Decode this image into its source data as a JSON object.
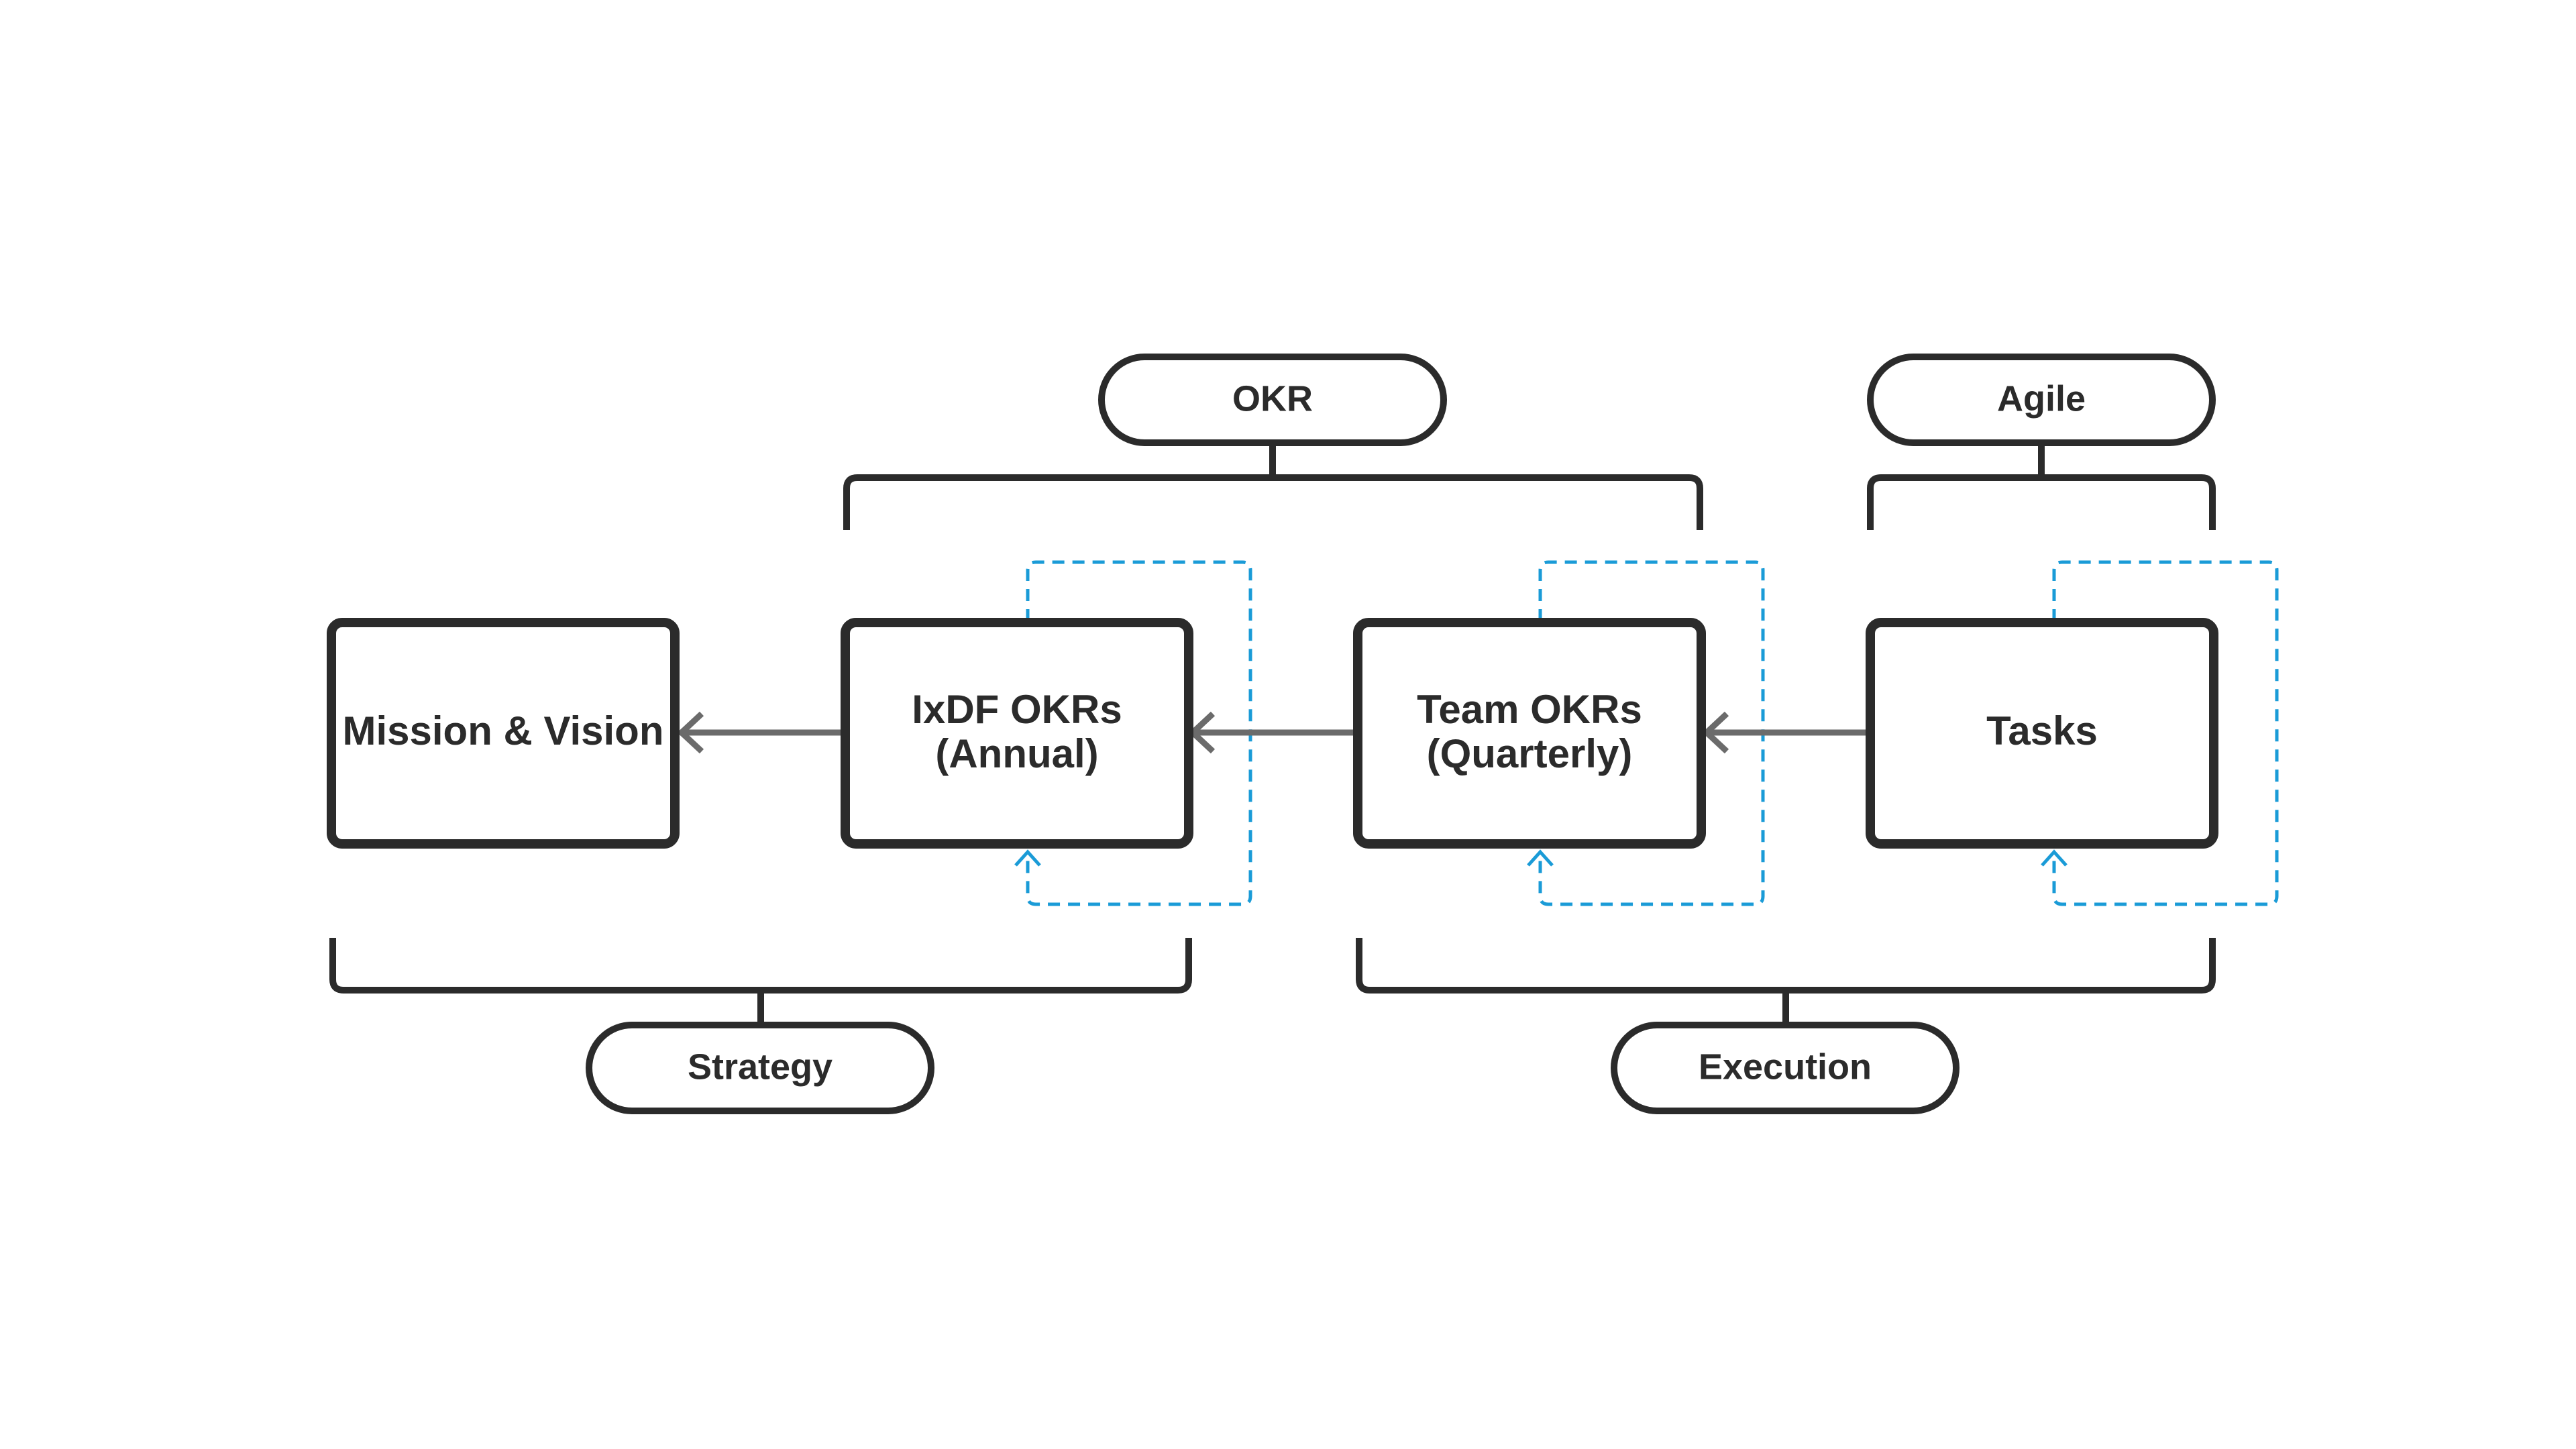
{
  "colors": {
    "stroke": "#2b2b2b",
    "arrow": "#6b6b6b",
    "feedback": "#1a9bd7",
    "background": "#ffffff"
  },
  "boxes": {
    "mission": {
      "line1": "Mission & Vision"
    },
    "ixdf": {
      "line1": "IxDF OKRs",
      "line2": "(Annual)"
    },
    "team": {
      "line1": "Team OKRs",
      "line2": "(Quarterly)"
    },
    "tasks": {
      "line1": "Tasks"
    }
  },
  "groups": {
    "okr": "OKR",
    "agile": "Agile",
    "strategy": "Strategy",
    "execution": "Execution"
  }
}
